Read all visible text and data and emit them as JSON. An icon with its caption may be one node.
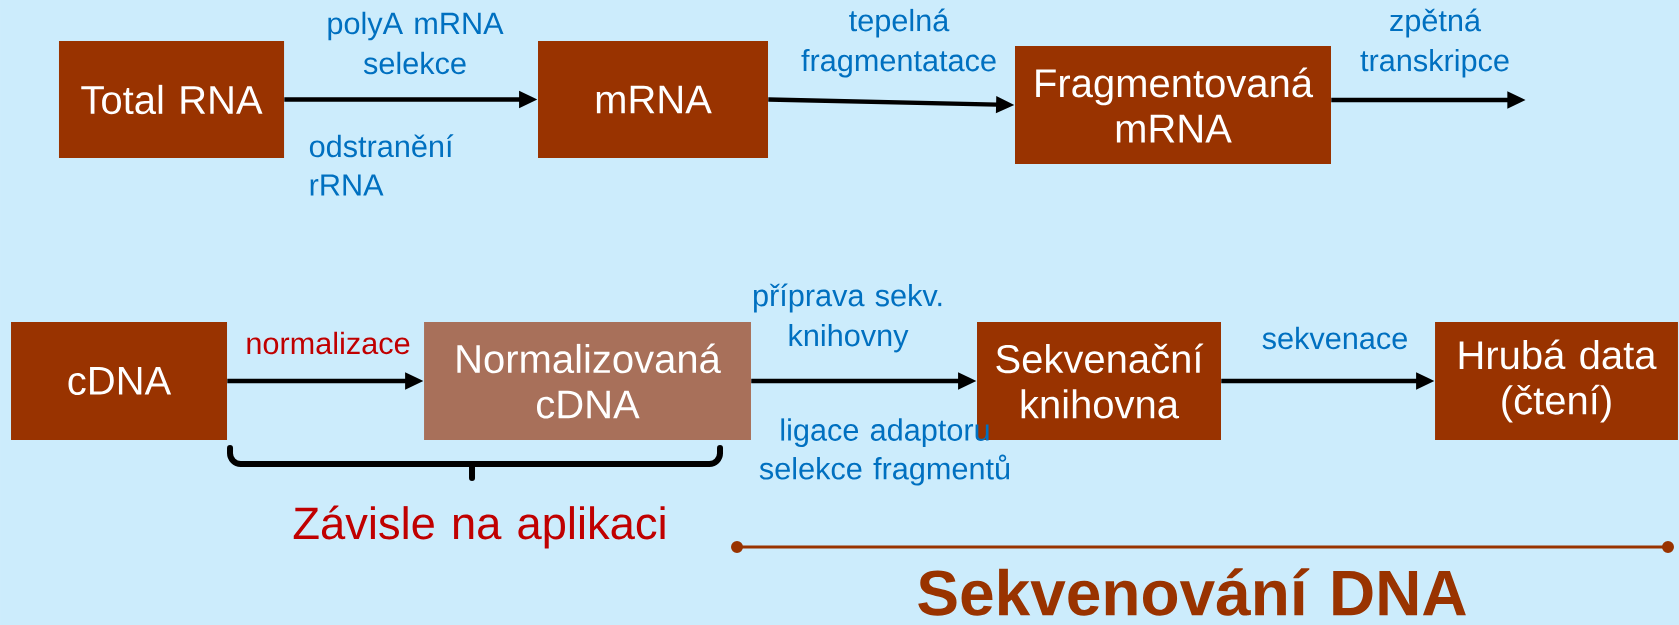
{
  "diagram": {
    "nodes": [
      {
        "text": [
          "Total RNA"
        ]
      },
      {
        "text": [
          "mRNA"
        ]
      },
      {
        "text": [
          "Fragmentovaná mRNA"
        ]
      },
      {
        "text": [
          "cDNA"
        ]
      },
      {
        "text": [
          "Normalizovaná cDNA"
        ]
      },
      {
        "text": [
          "Sekvenační knihovna"
        ]
      },
      {
        "text": [
          "Hrubá data (čtení)"
        ]
      }
    ],
    "edges": [
      {
        "from": 0,
        "to": 1,
        "arrow": "to",
        "label": "polyA mRNA selekce"
      },
      {
        "from": 1,
        "to": 2,
        "arrow": "to",
        "label": "tepelná fragmentatace"
      },
      {
        "from": 2,
        "to": null,
        "arrow": "to",
        "label": "zpětná transkripce"
      },
      {
        "from": 3,
        "to": 4,
        "arrow": "to",
        "label": "normalizace"
      },
      {
        "from": 4,
        "to": 5,
        "arrow": "to",
        "label": "příprava sekv. knihovny"
      },
      {
        "from": 5,
        "to": 6,
        "arrow": "to",
        "label": "sekvenace"
      }
    ],
    "labels": [
      "odstranění rRNA",
      "ligace adaptoru selekce fragmentů",
      "Závisle na aplikaci",
      "Sekvenování DNA"
    ]
  }
}
